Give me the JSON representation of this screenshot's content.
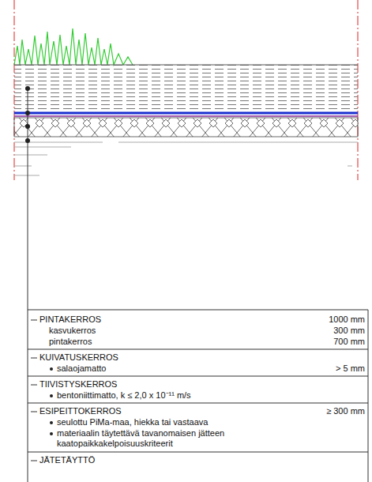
{
  "diagram": {
    "labels": [
      "PINTAKERROS",
      "1000 mm",
      "kasvukerros",
      "300 mm",
      "pintakerros",
      "700 mm",
      "KUIVATUSKERROS",
      "salaojamatto",
      "> 5 mm",
      "TIIVISTYSKERROS",
      "bentoniittimatto, k ≤ 2,0 x 10⁻¹¹ m/s",
      "ESIPEITTOKERROS",
      "≥ 300 mm",
      "seulottu PiMa-maa, hiekka tai vastaava",
      "materiaalin täytettävä tavanomaisen jätteen kaatopaikkakelpoisuuskriteerit",
      "JÄTETÄYTTÖ"
    ]
  }
}
